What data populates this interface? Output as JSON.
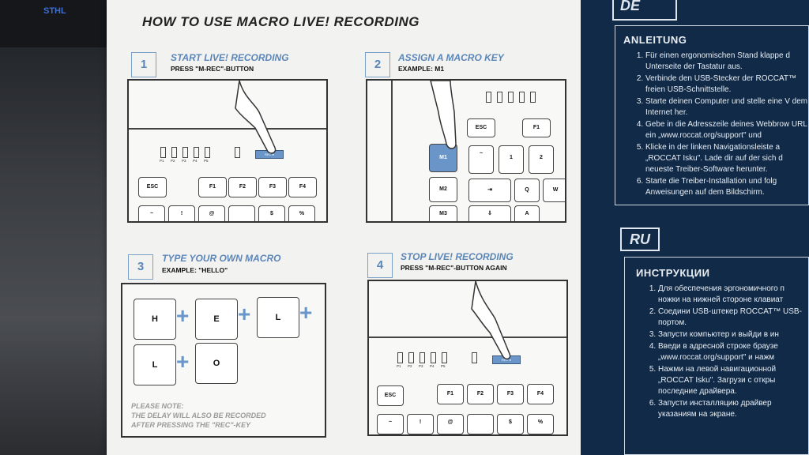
{
  "background": {
    "device_label": "STHL"
  },
  "manual": {
    "title": "HOW TO USE MACRO LIVE! RECORDING",
    "steps": [
      {
        "num": "1",
        "title": "START LIVE! RECORDING",
        "sub": "PRESS \"M-REC\"-BUTTON"
      },
      {
        "num": "2",
        "title": "ASSIGN A MACRO KEY",
        "sub": "EXAMPLE: M1"
      },
      {
        "num": "3",
        "title": "TYPE YOUR OWN MACRO",
        "sub": "EXAMPLE: \"HELLO\""
      },
      {
        "num": "4",
        "title": "STOP LIVE! RECORDING",
        "sub": "PRESS \"M-REC\"-BUTTON AGAIN"
      }
    ],
    "note": [
      "PLEASE NOTE:",
      "THE DELAY WILL ALSO BE RECORDED",
      "AFTER PRESSING THE \"REC\"-KEY"
    ],
    "keys": {
      "esc": "ESC",
      "f1": "F1",
      "f2": "F2",
      "f3": "F3",
      "f4": "F4",
      "tilde": "~",
      "excl": "!",
      "at": "@",
      "dollar": "$",
      "pct": "%",
      "m1": "M1",
      "m2": "M2",
      "m3": "M3",
      "q": "Q",
      "a": "A",
      "w": "W",
      "one": "1",
      "two": "2",
      "tab": "⇥",
      "caps": "⇩",
      "h": "H",
      "e": "E",
      "l": "L",
      "o": "O",
      "plus": "+",
      "rec": "REC ●"
    },
    "leds": [
      "P1",
      "P2",
      "P3",
      "P4",
      "P5"
    ]
  },
  "de": {
    "tag": "DE",
    "heading": "ANLEITUNG",
    "items": [
      "Für einen ergonomischen Stand klappe d Unterseite der Tastatur aus.",
      "Verbinde den USB-Stecker der ROCCAT™ freien USB-Schnittstelle.",
      "Starte deinen Computer und stelle eine V dem Internet her.",
      "Gebe in die Adresszeile deines Webbrow URL ein „www.roccat.org/support\" und",
      "Klicke in der linken Navigationsleiste a „ROCCAT Isku\". Lade dir auf der sich d neueste Treiber-Software herunter.",
      "Starte die Treiber-Installation und folg Anweisungen auf dem Bildschirm."
    ]
  },
  "ru": {
    "tag": "RU",
    "heading": "ИНСТРУКЦИИ",
    "items": [
      "Для обеспечения эргономичного п ножки на нижней стороне клавиат",
      "Соедини USB-штекер ROCCAT™ USB-портом.",
      "Запусти компьютер и выйди в ин",
      "Введи в адресной строке браузе „www.roccat.org/support\" и нажм",
      "Нажми на левой навигационной „ROCCAT Isku\". Загрузи с откры последние драйвера.",
      "Запусти инсталляцию драйвер указаниям на экране."
    ]
  }
}
